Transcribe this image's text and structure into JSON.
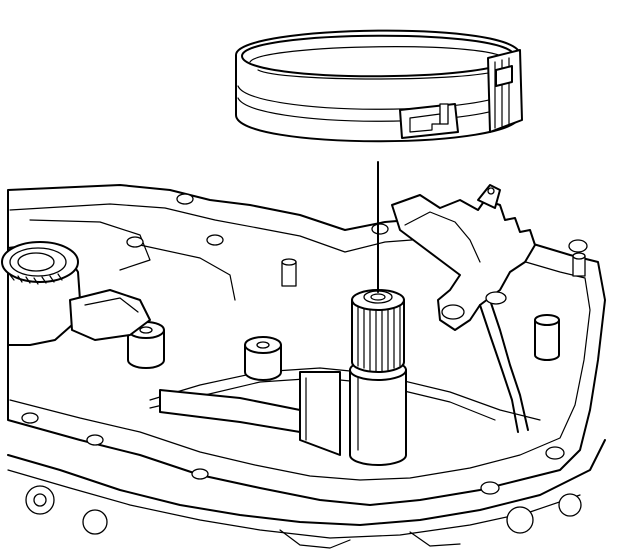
{
  "figure": {
    "kind": "line-art technical illustration",
    "ink_color": "#000000",
    "background_color": "#ffffff",
    "parts": {
      "brake_band": "band-assembly",
      "guide_line": "installation-guide-line",
      "housing": "transmission-case",
      "shaft": "splined-shaft",
      "servo_lever": "apply-lever-bracket",
      "gear_assembly": "left-gear-hub"
    }
  }
}
